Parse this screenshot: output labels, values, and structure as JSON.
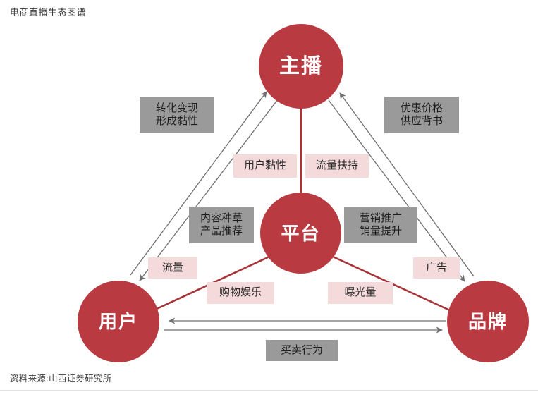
{
  "page": {
    "title": "电商直播生态图谱",
    "source": "资料来源:山西证券研究所"
  },
  "colors": {
    "node_red": "#b93a40",
    "connector_red": "#a8343a",
    "connector_gray": "#6f6f6f",
    "tag_gray_bg": "#9a9a9a",
    "tag_pink_bg": "#f4dada",
    "page_bg": "#ffffff"
  },
  "diagram": {
    "type": "ecosystem-relationship-map",
    "nodes": [
      {
        "id": "anchor",
        "label": "主播",
        "position": "top"
      },
      {
        "id": "platform",
        "label": "平台",
        "position": "center"
      },
      {
        "id": "user",
        "label": "用户",
        "position": "bottom-left"
      },
      {
        "id": "brand",
        "label": "品牌",
        "position": "bottom-right"
      }
    ],
    "tags": {
      "conversion": {
        "lines": [
          "转化变现",
          "形成黏性"
        ],
        "style": "gray",
        "edge": "user<->anchor"
      },
      "price": {
        "lines": [
          "优惠价格",
          "供应背书"
        ],
        "style": "gray",
        "edge": "brand<->anchor"
      },
      "content": {
        "lines": [
          "内容种草",
          "产品推荐"
        ],
        "style": "gray",
        "edge": "platform->user"
      },
      "marketing": {
        "lines": [
          "营销推广",
          "销量提升"
        ],
        "style": "gray",
        "edge": "platform->brand"
      },
      "trade": {
        "lines": [
          "买卖行为"
        ],
        "style": "gray",
        "edge": "user<->brand"
      },
      "stickiness": {
        "lines": [
          "用户黏性"
        ],
        "style": "pink",
        "edge": "platform->anchor"
      },
      "traffic_supp": {
        "lines": [
          "流量扶持"
        ],
        "style": "pink",
        "edge": "platform->anchor"
      },
      "traffic": {
        "lines": [
          "流量"
        ],
        "style": "pink",
        "edge": "platform->user"
      },
      "shopping": {
        "lines": [
          "购物娱乐"
        ],
        "style": "pink",
        "edge": "platform->user"
      },
      "exposure": {
        "lines": [
          "曝光量"
        ],
        "style": "pink",
        "edge": "platform->brand"
      },
      "ad": {
        "lines": [
          "广告"
        ],
        "style": "pink",
        "edge": "platform->brand"
      }
    },
    "connectors": [
      {
        "id": "platform-anchor",
        "style": "red",
        "arrows": "none"
      },
      {
        "id": "platform-user",
        "style": "red",
        "arrows": "none"
      },
      {
        "id": "platform-brand",
        "style": "red",
        "arrows": "none"
      },
      {
        "id": "user-anchor-up",
        "style": "gray",
        "arrows": "to-anchor"
      },
      {
        "id": "user-anchor-down",
        "style": "gray",
        "arrows": "to-user"
      },
      {
        "id": "brand-anchor-up",
        "style": "gray",
        "arrows": "to-anchor"
      },
      {
        "id": "brand-anchor-down",
        "style": "gray",
        "arrows": "to-brand"
      },
      {
        "id": "user-brand-left",
        "style": "gray",
        "arrows": "to-user"
      },
      {
        "id": "user-brand-right",
        "style": "gray",
        "arrows": "to-brand"
      }
    ]
  }
}
